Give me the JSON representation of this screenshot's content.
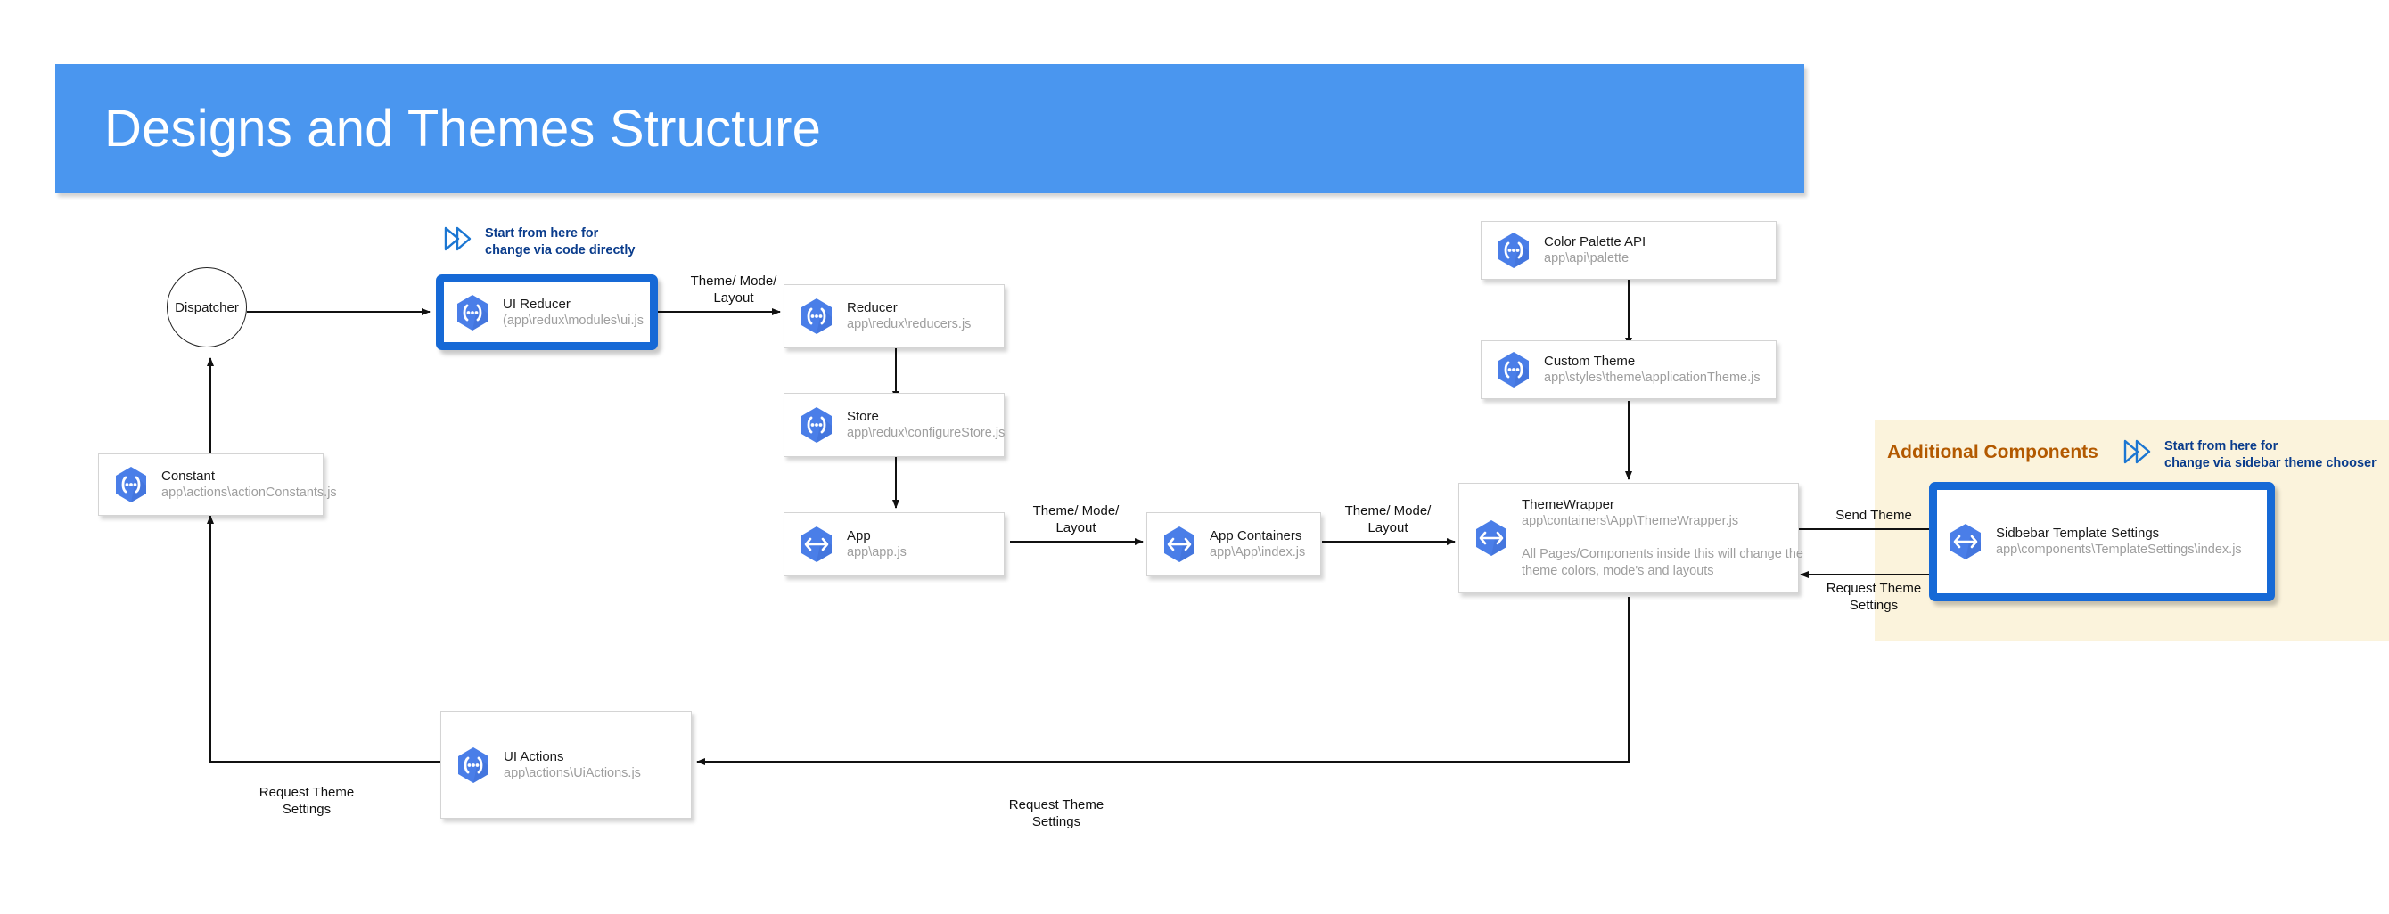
{
  "header": {
    "title": "Designs and Themes Structure",
    "banner_color": "#4a96ef"
  },
  "panels": {
    "additional_components": {
      "label": "Additional Components",
      "bg_color": "#fbf3dc",
      "title_color": "#b35900"
    }
  },
  "callouts": {
    "code_direct": {
      "line1": "Start from here for",
      "line2": "change via code directly",
      "icon": "double-chevron-right-icon",
      "color": "#0a3c8c"
    },
    "sidebar_chooser": {
      "line1": "Start from here for",
      "line2": "change via sidebar theme chooser",
      "icon": "double-chevron-right-icon",
      "color": "#0a3c8c"
    }
  },
  "nodes": {
    "dispatcher": {
      "title": "Dispatcher",
      "shape": "circle"
    },
    "ui_reducer": {
      "title": "UI Reducer",
      "path": "(app\\redux\\modules\\ui.js",
      "icon": "cloud-functions-hex-icon",
      "highlight": true,
      "highlight_color": "#1669d6"
    },
    "reducer": {
      "title": "Reducer",
      "path": "app\\redux\\reducers.js",
      "icon": "cloud-functions-hex-icon"
    },
    "store": {
      "title": "Store",
      "path": "app\\redux\\configureStore.js",
      "icon": "cloud-functions-hex-icon"
    },
    "app": {
      "title": "App",
      "path": "app\\app.js",
      "icon": "cloud-endpoints-hex-icon"
    },
    "app_containers": {
      "title": "App Containers",
      "path": "app\\App\\index.js",
      "icon": "cloud-endpoints-hex-icon"
    },
    "theme_wrapper": {
      "title": "ThemeWrapper",
      "path": "app\\containers\\App\\ThemeWrapper.js",
      "note_line1": "All Pages/Components inside this will change the",
      "note_line2": "theme colors, mode's and layouts",
      "icon": "cloud-endpoints-hex-icon"
    },
    "color_palette_api": {
      "title": "Color Palette API",
      "path": "app\\api\\palette",
      "icon": "cloud-functions-hex-icon"
    },
    "custom_theme": {
      "title": "Custom Theme",
      "path": "app\\styles\\theme\\applicationTheme.js",
      "icon": "cloud-functions-hex-icon"
    },
    "constant": {
      "title": "Constant",
      "path": "app\\actions\\actionConstants.js",
      "icon": "cloud-functions-hex-icon"
    },
    "ui_actions": {
      "title": "UI Actions",
      "path": "app\\actions\\UiActions.js",
      "icon": "cloud-functions-hex-icon"
    },
    "sidebar_template_settings": {
      "title": "Sidbebar Template Settings",
      "path": "app\\components\\TemplateSettings\\index.js",
      "icon": "cloud-endpoints-hex-icon",
      "highlight": true,
      "highlight_color": "#1669d6"
    }
  },
  "edge_labels": {
    "reducer_in": "Theme/ Mode/\nLayout",
    "app_to_containers": "Theme/ Mode/\nLayout",
    "containers_to_wrapper": "Theme/ Mode/\nLayout",
    "send_theme": "Send Theme",
    "request_theme_settings_right": "Request Theme\nSettings",
    "request_theme_settings_left": "Request Theme\nSettings",
    "request_theme_settings_bottom": "Request Theme\nSettings"
  },
  "colors": {
    "hex_icon_primary": "#4a7ee8",
    "hex_icon_shadow": "#3f6fd6",
    "edge_stroke": "#111111"
  }
}
